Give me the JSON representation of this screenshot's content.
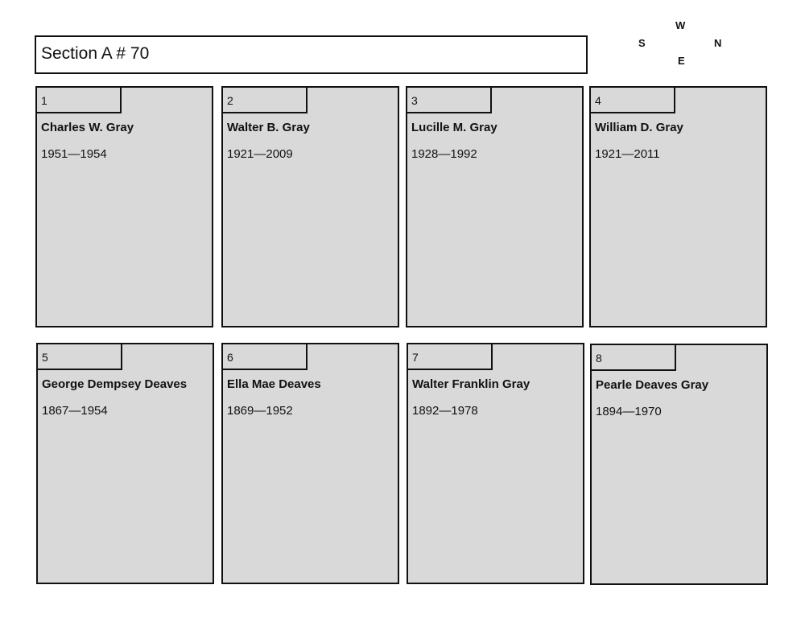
{
  "section": {
    "title": "Section A # 70"
  },
  "compass": {
    "top": "W",
    "left": "S",
    "right": "N",
    "bottom": "E"
  },
  "plots": [
    {
      "number": "1",
      "name": "Charles W. Gray",
      "dates": "1951—1954"
    },
    {
      "number": "2",
      "name": "Walter B. Gray",
      "dates": "1921—2009"
    },
    {
      "number": "3",
      "name": "Lucille M. Gray",
      "dates": "1928—1992"
    },
    {
      "number": "4",
      "name": "William D. Gray",
      "dates": "1921—2011"
    },
    {
      "number": "5",
      "name": "George Dempsey Deaves",
      "dates": "1867—1954"
    },
    {
      "number": "6",
      "name": "Ella Mae Deaves",
      "dates": "1869—1952"
    },
    {
      "number": "7",
      "name": "Walter Franklin Gray",
      "dates": "1892—1978"
    },
    {
      "number": "8",
      "name": "Pearle Deaves Gray",
      "dates": "1894—1970"
    }
  ]
}
